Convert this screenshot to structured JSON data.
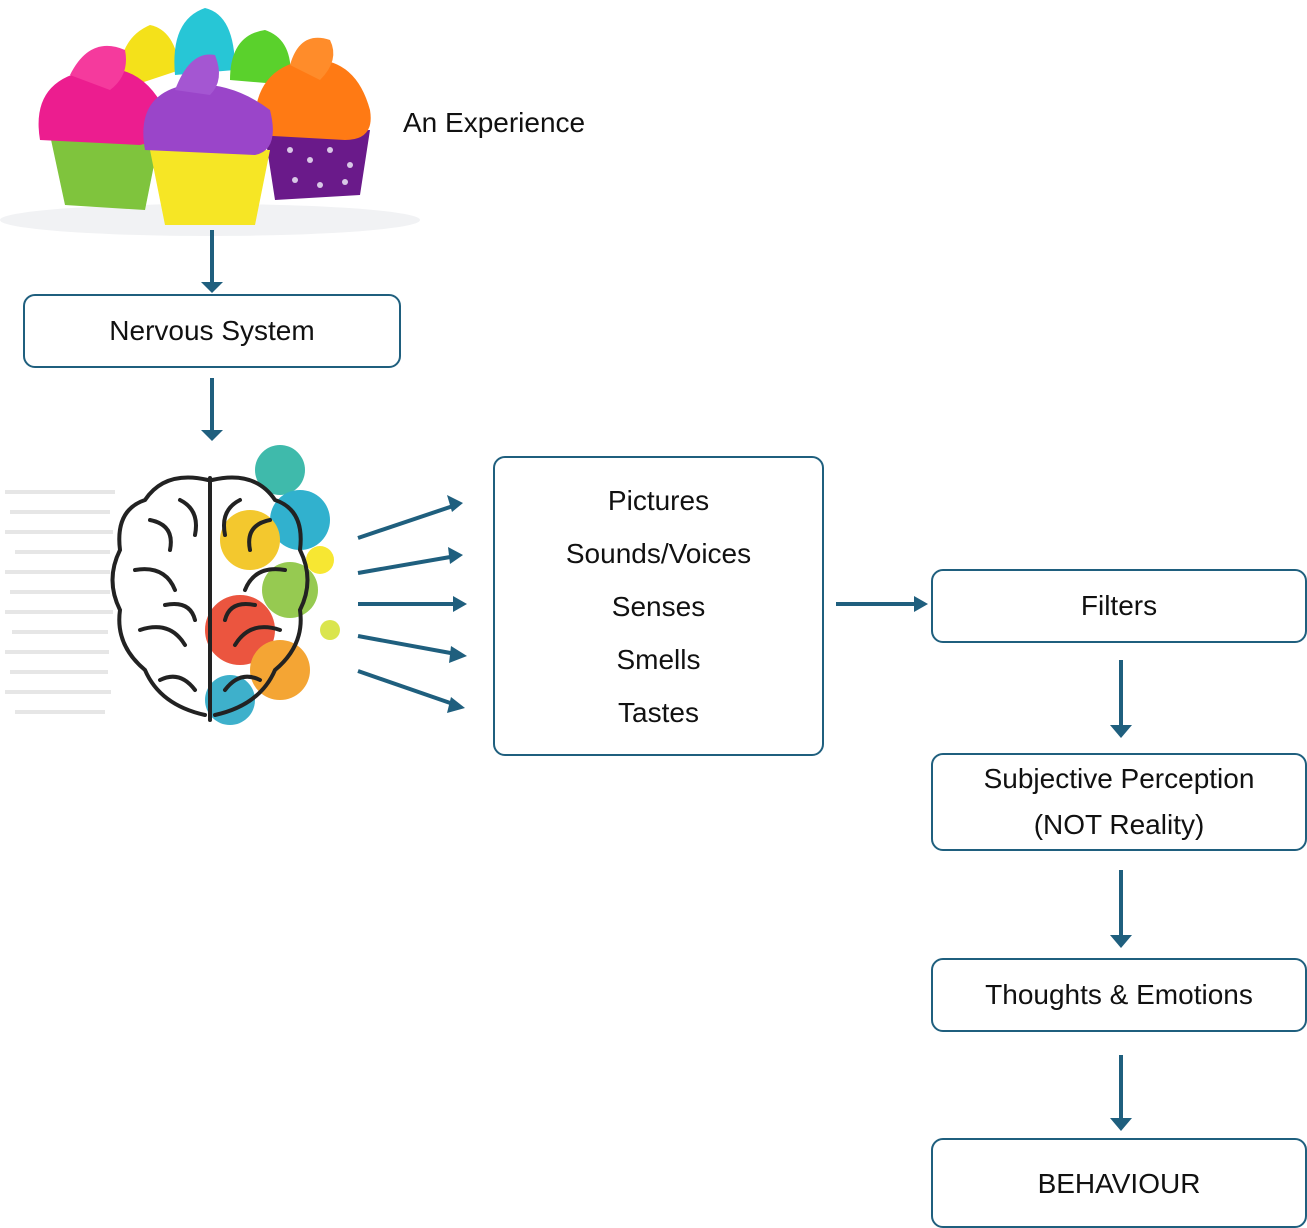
{
  "experience_label": "An Experience",
  "nervous_system": "Nervous System",
  "sensory_items": [
    "Pictures",
    "Sounds/Voices",
    "Senses",
    "Smells",
    "Tastes"
  ],
  "filters": "Filters",
  "perception": {
    "line1": "Subjective Perception",
    "line2": "(NOT Reality)"
  },
  "thoughts": "Thoughts & Emotions",
  "behaviour": "BEHAVIOUR",
  "colors": {
    "arrow": "#1f5f7e",
    "border": "#1f5f7e"
  },
  "icons": {
    "cupcakes": "cupcakes-illustration",
    "brain": "brain-illustration"
  }
}
